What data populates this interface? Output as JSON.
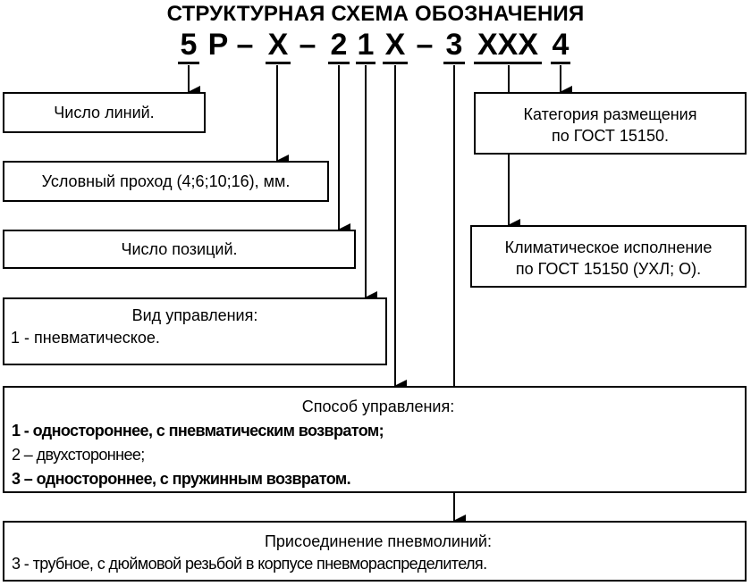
{
  "title": "СТРУКТУРНАЯ СХЕМА ОБОЗНАЧЕНИЯ",
  "code": {
    "segments": [
      "5",
      "Р",
      "–",
      "Х",
      "–",
      "2",
      "1",
      "Х",
      "–",
      "3",
      "ХХХ",
      "4"
    ]
  },
  "boxes": {
    "lines_count": {
      "text": "Число линий."
    },
    "nominal_bore": {
      "text": "Условный проход (4;6;10;16), мм."
    },
    "positions": {
      "text": "Число позиций."
    },
    "control_type": {
      "heading": "Вид управления:",
      "items": [
        "1 - пневматическое."
      ]
    },
    "placement_category": {
      "line1": "Категория размещения",
      "line2": "по ГОСТ 15150."
    },
    "climatic": {
      "line1": "Климатическое исполнение",
      "line2": "по ГОСТ 15150 (УХЛ; О)."
    },
    "control_method": {
      "heading": "Способ управления:",
      "items": [
        "1 - одностороннее, с пневматическим возвратом;",
        "2 – двухстороннее;",
        "3 – одностороннее, с пружинным возвратом."
      ],
      "bold_items": [
        true,
        false,
        true
      ]
    },
    "connection": {
      "heading": "Присоединение пневмолиний:",
      "items": [
        "3 - трубное, с дюймовой резьбой в корпусе пневмораспределителя."
      ]
    }
  }
}
